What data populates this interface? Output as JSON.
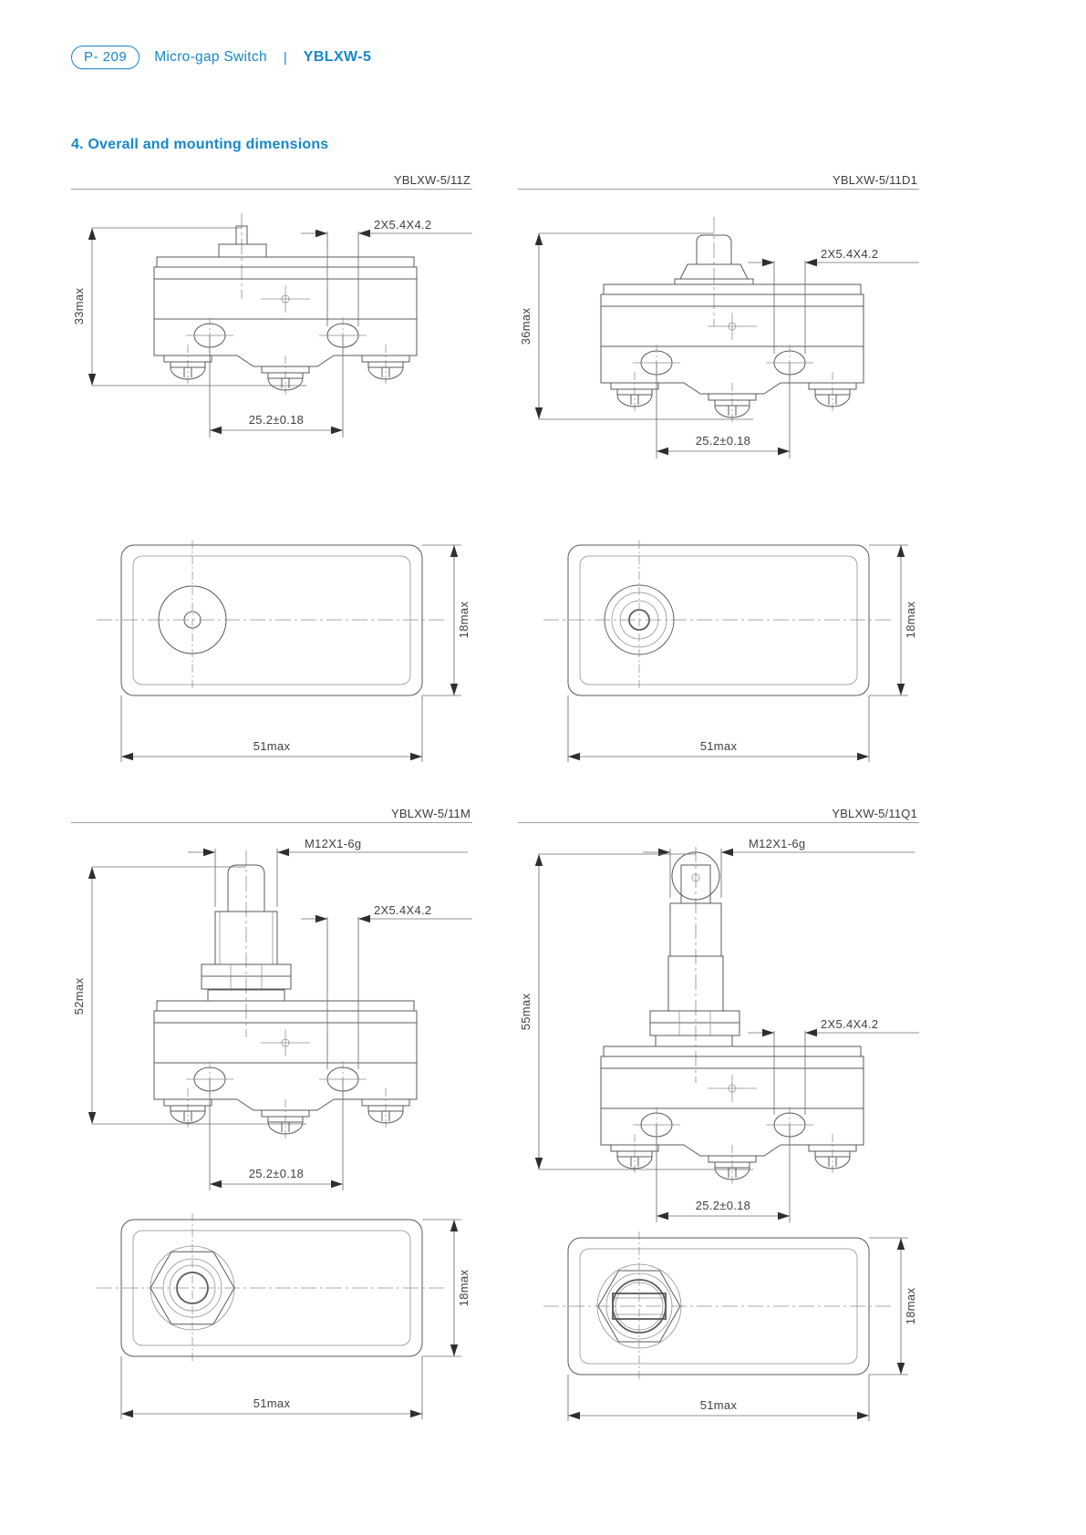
{
  "header": {
    "page_badge": "P- 209",
    "category": "Micro-gap Switch",
    "separator": "|",
    "model": "YBLXW-5"
  },
  "section": {
    "title": "4. Overall and mounting dimensions"
  },
  "colors": {
    "accent": "#1687c9",
    "drawing_line": "#58595b",
    "dimension_text": "#414042"
  },
  "panels": [
    {
      "id": "11Z",
      "label": "YBLXW-5/11Z",
      "front": {
        "height": "33max",
        "slot": "2X5.4X4.2",
        "spacing": "25.2±0.18"
      },
      "top": {
        "depth": "18max",
        "width": "51max"
      }
    },
    {
      "id": "11D1",
      "label": "YBLXW-5/11D1",
      "front": {
        "height": "36max",
        "slot": "2X5.4X4.2",
        "spacing": "25.2±0.18"
      },
      "top": {
        "depth": "18max",
        "width": "51max"
      }
    },
    {
      "id": "11M",
      "label": "YBLXW-5/11M",
      "front": {
        "thread": "M12X1-6g",
        "height": "52max",
        "slot": "2X5.4X4.2",
        "spacing": "25.2±0.18"
      },
      "top": {
        "depth": "18max",
        "width": "51max"
      }
    },
    {
      "id": "11Q1",
      "label": "YBLXW-5/11Q1",
      "front": {
        "thread": "M12X1-6g",
        "height": "55max",
        "slot": "2X5.4X4.2",
        "spacing": "25.2±0.18"
      },
      "top": {
        "depth": "18max",
        "width": "51max"
      }
    }
  ]
}
